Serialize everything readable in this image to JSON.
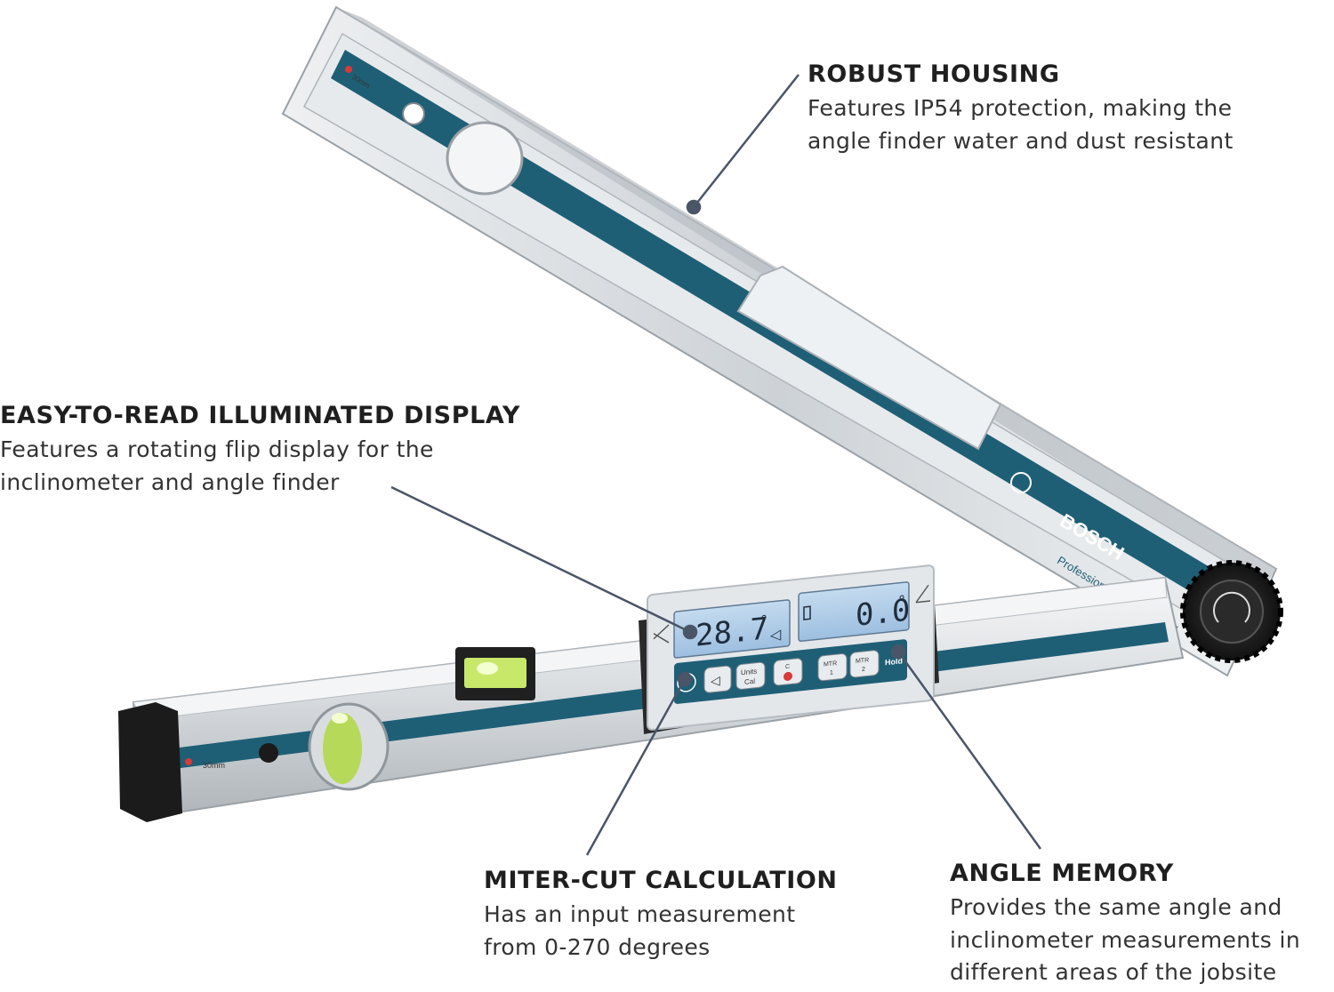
{
  "colors": {
    "accent_stripe": "#1e5f76",
    "leader_line": "#4a5568",
    "lcd_background": "#aecbe6",
    "text_heading": "#1f1f1f",
    "text_body": "#333333"
  },
  "callouts": {
    "housing": {
      "title": "ROBUST HOUSING",
      "lines": [
        "Features IP54 protection, making the",
        "angle finder water and dust resistant"
      ]
    },
    "display": {
      "title": "EASY-TO-READ ILLUMINATED DISPLAY",
      "lines": [
        "Features a rotating flip display for the",
        "inclinometer and angle finder"
      ]
    },
    "miter": {
      "title": "MITER-CUT CALCULATION",
      "lines": [
        "Has an input measurement",
        "from 0-270 degrees"
      ]
    },
    "memory": {
      "title": "ANGLE MEMORY",
      "lines": [
        "Provides the same angle and",
        "inclinometer measurements in",
        "different areas of the jobsite"
      ]
    }
  },
  "device": {
    "brand": "BOSCH",
    "model_label": "Professional GAM 270 MFL",
    "scale_label": "30mm",
    "lcd_left_value": "28.7",
    "lcd_right_value": "0.0",
    "degree_symbol": "°",
    "buttons": {
      "units_cal": [
        "Units",
        "Cal"
      ],
      "power": "C",
      "mtr1": [
        "MTR",
        "1"
      ],
      "mtr2": [
        "MTR",
        "2"
      ],
      "hold": "Hold"
    },
    "icons": [
      "laser-icon",
      "speaker-icon",
      "power-icon",
      "miter-angle-icon",
      "angle-icon",
      "battery-icon"
    ]
  }
}
